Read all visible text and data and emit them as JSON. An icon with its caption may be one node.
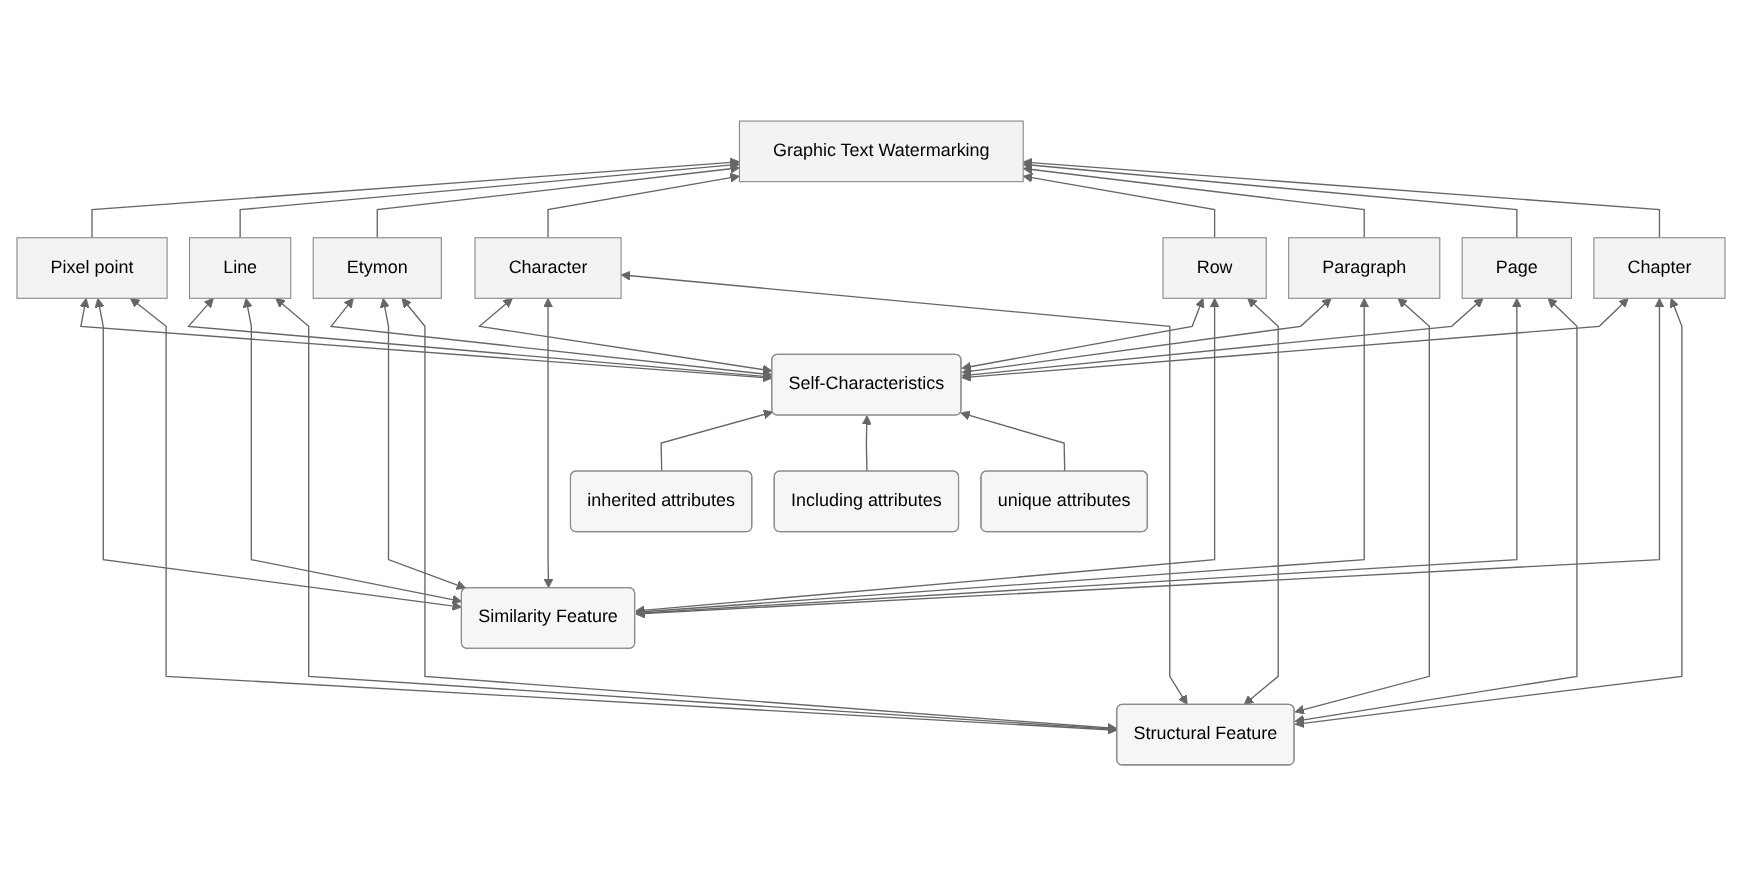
{
  "diagram": {
    "nodes": [
      {
        "text": [
          "Graphic Text Watermarking"
        ]
      },
      {
        "text": [
          "Pixel point"
        ]
      },
      {
        "text": [
          "Line"
        ]
      },
      {
        "text": [
          "Etymon"
        ]
      },
      {
        "text": [
          "Character"
        ]
      },
      {
        "text": [
          "Row"
        ]
      },
      {
        "text": [
          "Paragraph"
        ]
      },
      {
        "text": [
          "Page"
        ]
      },
      {
        "text": [
          "Chapter"
        ]
      },
      {
        "text": [
          "Self-Characteristics"
        ]
      },
      {
        "text": [
          "inherited attributes"
        ]
      },
      {
        "text": [
          "Including attributes"
        ]
      },
      {
        "text": [
          "unique attributes"
        ]
      },
      {
        "text": [
          "Similarity Feature"
        ]
      },
      {
        "text": [
          "Structural Feature"
        ]
      }
    ],
    "edges": [
      {
        "from": 1,
        "to": 0,
        "arrow": "to"
      },
      {
        "from": 2,
        "to": 0,
        "arrow": "to"
      },
      {
        "from": 3,
        "to": 0,
        "arrow": "to"
      },
      {
        "from": 4,
        "to": 0,
        "arrow": "to"
      },
      {
        "from": 5,
        "to": 0,
        "arrow": "to"
      },
      {
        "from": 6,
        "to": 0,
        "arrow": "to"
      },
      {
        "from": 7,
        "to": 0,
        "arrow": "to"
      },
      {
        "from": 8,
        "to": 0,
        "arrow": "to"
      },
      {
        "from": 10,
        "to": 9,
        "arrow": "to"
      },
      {
        "from": 11,
        "to": 9,
        "arrow": "to"
      },
      {
        "from": 12,
        "to": 9,
        "arrow": "to"
      },
      {
        "from": 9,
        "to": 1,
        "arrow": "both"
      },
      {
        "from": 9,
        "to": 2,
        "arrow": "both"
      },
      {
        "from": 9,
        "to": 3,
        "arrow": "both"
      },
      {
        "from": 9,
        "to": 4,
        "arrow": "both"
      },
      {
        "from": 9,
        "to": 5,
        "arrow": "both"
      },
      {
        "from": 9,
        "to": 6,
        "arrow": "both"
      },
      {
        "from": 9,
        "to": 7,
        "arrow": "both"
      },
      {
        "from": 9,
        "to": 8,
        "arrow": "both"
      },
      {
        "from": 13,
        "to": 1,
        "arrow": "both"
      },
      {
        "from": 13,
        "to": 2,
        "arrow": "both"
      },
      {
        "from": 13,
        "to": 3,
        "arrow": "both"
      },
      {
        "from": 13,
        "to": 4,
        "arrow": "both"
      },
      {
        "from": 13,
        "to": 5,
        "arrow": "both"
      },
      {
        "from": 13,
        "to": 6,
        "arrow": "both"
      },
      {
        "from": 13,
        "to": 7,
        "arrow": "both"
      },
      {
        "from": 13,
        "to": 8,
        "arrow": "both"
      },
      {
        "from": 14,
        "to": 1,
        "arrow": "both"
      },
      {
        "from": 14,
        "to": 2,
        "arrow": "both"
      },
      {
        "from": 14,
        "to": 3,
        "arrow": "both"
      },
      {
        "from": 14,
        "to": 4,
        "arrow": "both"
      },
      {
        "from": 14,
        "to": 5,
        "arrow": "both"
      },
      {
        "from": 14,
        "to": 6,
        "arrow": "both"
      },
      {
        "from": 14,
        "to": 7,
        "arrow": "both"
      },
      {
        "from": 14,
        "to": 8,
        "arrow": "both"
      }
    ]
  }
}
